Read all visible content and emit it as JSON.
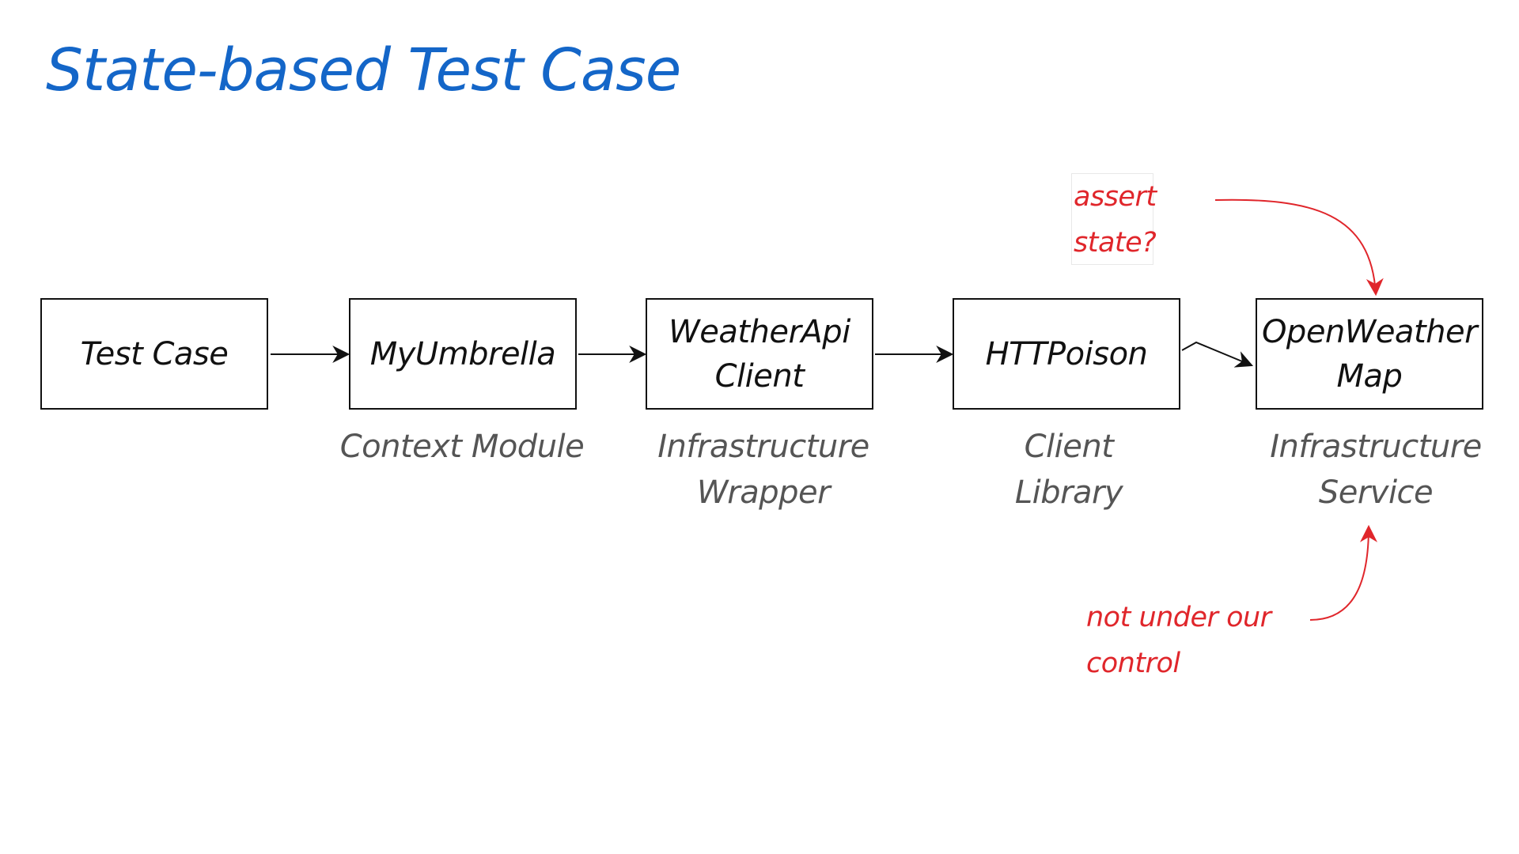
{
  "title": "State-based Test Case",
  "colors": {
    "title": "#1466c8",
    "annotation": "#e0262b",
    "box_text": "#111111",
    "caption_text": "#555555",
    "line": "#111111"
  },
  "nodes": [
    {
      "id": "test-case",
      "label": "Test Case",
      "caption": ""
    },
    {
      "id": "my-umbrella",
      "label": "MyUmbrella",
      "caption": "Context Module"
    },
    {
      "id": "weatherapi-client",
      "label": "WeatherApi\nClient",
      "caption": "Infrastructure\nWrapper"
    },
    {
      "id": "httpoison",
      "label": "HTTPoison",
      "caption": "Client\nLibrary"
    },
    {
      "id": "openweathermap",
      "label": "OpenWeather\nMap",
      "caption": "Infrastructure\nService"
    }
  ],
  "edges": [
    {
      "from": "test-case",
      "to": "my-umbrella",
      "style": "straight"
    },
    {
      "from": "my-umbrella",
      "to": "weatherapi-client",
      "style": "straight"
    },
    {
      "from": "weatherapi-client",
      "to": "httpoison",
      "style": "straight"
    },
    {
      "from": "httpoison",
      "to": "openweathermap",
      "style": "zigzag"
    }
  ],
  "annotations": {
    "assert_state": {
      "text": "assert\nstate?",
      "target": "openweathermap"
    },
    "not_under_control": {
      "text": "not under our\ncontrol",
      "target": "openweathermap"
    }
  }
}
